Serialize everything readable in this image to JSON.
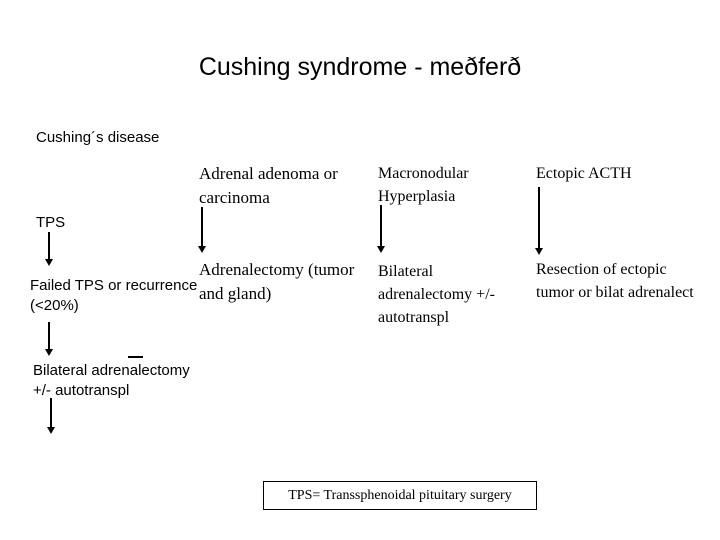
{
  "slide": {
    "title": "Cushing syndrome - meðferð",
    "background_color": "#ffffff",
    "text_color": "#000000"
  },
  "columns": {
    "cushings_disease": {
      "heading": "Cushing´s disease",
      "step_1": "TPS",
      "step_2": "Failed TPS or recurrence (<20%)",
      "step_3": "Bilateral adrenalectomy +/- autotranspl"
    },
    "adrenal_tumor": {
      "heading": "Adrenal adenoma or carcinoma",
      "treatment": "Adrenalectomy (tumor and gland)"
    },
    "macronodular": {
      "heading": "Macronodular Hyperplasia",
      "treatment": "Bilateral adrenalectomy +/- autotranspl"
    },
    "ectopic_acth": {
      "heading": "Ectopic ACTH",
      "treatment": "Resection of ectopic tumor or bilat adrenalect"
    }
  },
  "footnote": {
    "text": "TPS= Transsphenoidal pituitary surgery"
  },
  "arrows": {
    "cushings_tps_to_failed": "down-arrow",
    "cushings_failed_to_bilateral": "down-arrow",
    "cushings_bilateral_outgoing": "down-arrow",
    "adrenal_heading_to_treatment": "down-arrow",
    "macronodular_heading_to_treatment": "down-arrow",
    "ectopic_heading_to_treatment": "down-arrow",
    "stray_dash": "horizontal-dash"
  }
}
